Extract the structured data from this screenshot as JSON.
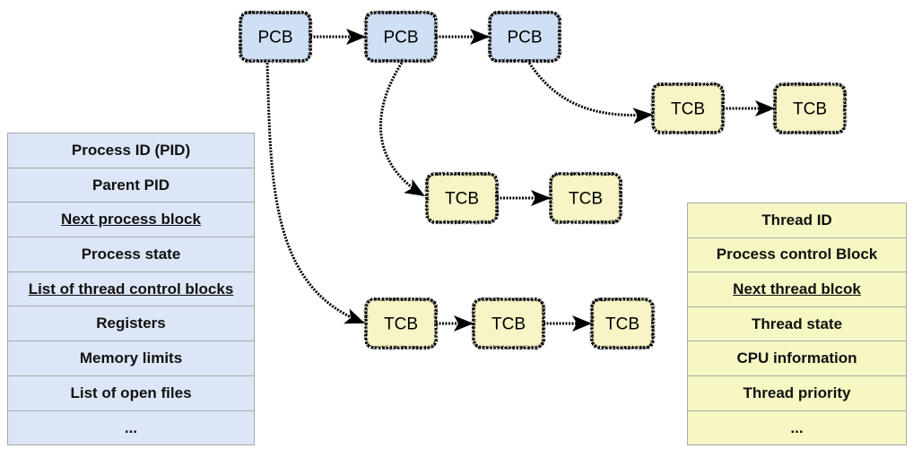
{
  "diagram": {
    "colors": {
      "pcb_fill": "#cfe0f5",
      "tcb_fill": "#f7f4c6",
      "stroke": "#000000"
    },
    "nodes": [
      {
        "id": "pcb1",
        "kind": "pcb",
        "label": "PCB"
      },
      {
        "id": "pcb2",
        "kind": "pcb",
        "label": "PCB"
      },
      {
        "id": "pcb3",
        "kind": "pcb",
        "label": "PCB"
      },
      {
        "id": "tcb3a",
        "kind": "tcb",
        "label": "TCB"
      },
      {
        "id": "tcb3b",
        "kind": "tcb",
        "label": "TCB"
      },
      {
        "id": "tcb2a",
        "kind": "tcb",
        "label": "TCB"
      },
      {
        "id": "tcb2b",
        "kind": "tcb",
        "label": "TCB"
      },
      {
        "id": "tcb1a",
        "kind": "tcb",
        "label": "TCB"
      },
      {
        "id": "tcb1b",
        "kind": "tcb",
        "label": "TCB"
      },
      {
        "id": "tcb1c",
        "kind": "tcb",
        "label": "TCB"
      }
    ],
    "edges": [
      {
        "from": "pcb1",
        "to": "pcb2"
      },
      {
        "from": "pcb2",
        "to": "pcb3"
      },
      {
        "from": "pcb3",
        "to": "tcb3a"
      },
      {
        "from": "tcb3a",
        "to": "tcb3b"
      },
      {
        "from": "pcb2",
        "to": "tcb2a"
      },
      {
        "from": "tcb2a",
        "to": "tcb2b"
      },
      {
        "from": "pcb1",
        "to": "tcb1a"
      },
      {
        "from": "tcb1a",
        "to": "tcb1b"
      },
      {
        "from": "tcb1b",
        "to": "tcb1c"
      }
    ]
  },
  "pcb_table": {
    "color": "#dce6f7",
    "rows": [
      {
        "text": "Process ID (PID)",
        "underline": false
      },
      {
        "text": "Parent PID",
        "underline": false
      },
      {
        "text": "Next process block",
        "underline": true
      },
      {
        "text": "Process state",
        "underline": false
      },
      {
        "text": "List of thread control blocks",
        "underline": true
      },
      {
        "text": "Registers",
        "underline": false
      },
      {
        "text": "Memory limits",
        "underline": false
      },
      {
        "text": "List of open files",
        "underline": false
      },
      {
        "text": "...",
        "underline": false
      }
    ]
  },
  "tcb_table": {
    "color": "#f7f7c4",
    "rows": [
      {
        "text": "Thread ID",
        "underline": false
      },
      {
        "text": "Process control Block",
        "underline": false
      },
      {
        "text": "Next thread blcok",
        "underline": true
      },
      {
        "text": "Thread state",
        "underline": false
      },
      {
        "text": "CPU information",
        "underline": false
      },
      {
        "text": "Thread priority",
        "underline": false
      },
      {
        "text": "...",
        "underline": false
      }
    ]
  }
}
